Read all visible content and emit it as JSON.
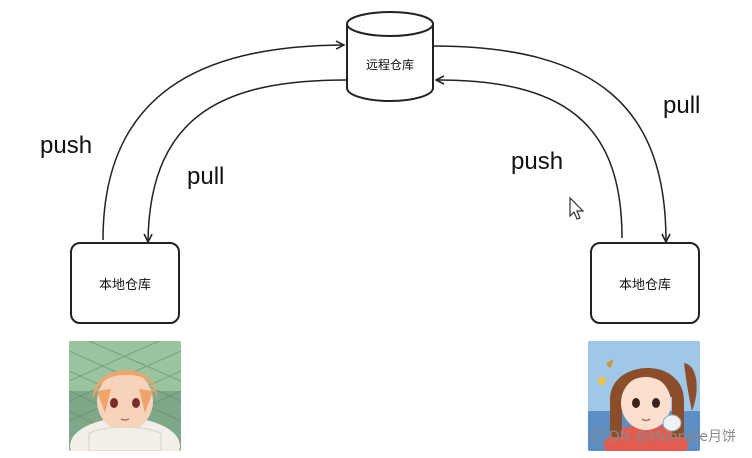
{
  "remote_repo": {
    "label": "远程仓库"
  },
  "local_repos": [
    {
      "label": "本地仓库"
    },
    {
      "label": "本地仓库"
    }
  ],
  "edges": {
    "left_push": "push",
    "left_pull": "pull",
    "right_push": "push",
    "right_pull": "pull"
  },
  "avatars": [
    {
      "description": "anime-boy-avatar"
    },
    {
      "description": "anime-girl-avatar"
    }
  ],
  "watermark": "CSDN @Moonpie月饼"
}
